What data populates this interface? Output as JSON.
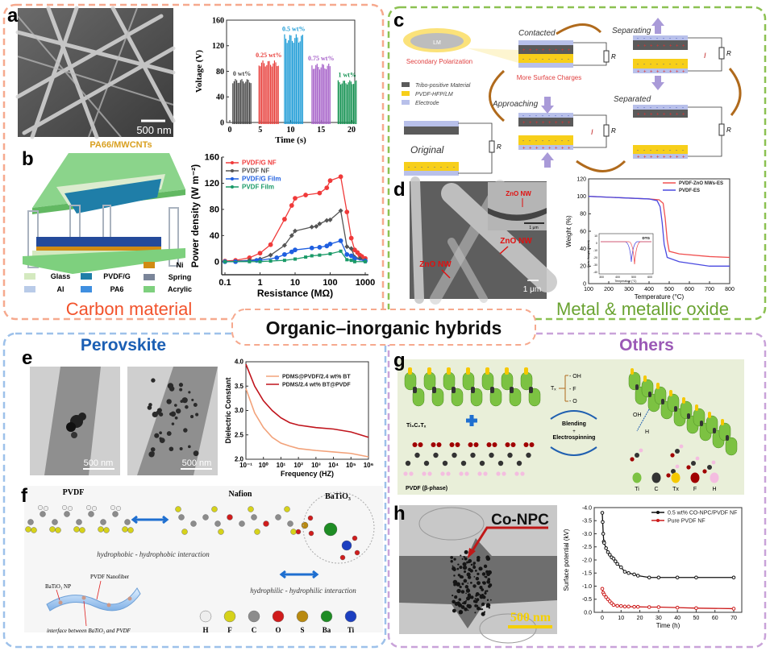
{
  "sections": {
    "carbon": {
      "title": "Carbon material",
      "color": "#f2522b",
      "border": "#f6a98e"
    },
    "metal": {
      "title": "Metal & metallic oxide",
      "color": "#6aa332",
      "border": "#8cc152"
    },
    "hybrids": {
      "title": "Organic–inorganic hybrids"
    },
    "perovskite": {
      "title": "Perovskite",
      "color": "#1b5fb4",
      "border": "#9dc1ea"
    },
    "others": {
      "title": "Others",
      "color": "#9b59b6",
      "border": "#c9a3d9"
    }
  },
  "letters": {
    "a": "a",
    "b": "b",
    "c": "c",
    "d": "d",
    "e": "e",
    "f": "f",
    "g": "g",
    "h": "h"
  },
  "panel_a": {
    "scale_bar": "500 nm"
  },
  "panel_b": {
    "top_label": "PA66/MWCNTs",
    "legend": [
      {
        "label": "Glass",
        "color": "#d4e9bf"
      },
      {
        "label": "PVDF/G",
        "color": "#1f7ea8"
      },
      {
        "label": "Ni",
        "color": "#d18b12"
      },
      {
        "label": "Spring",
        "color": "#7a8599"
      },
      {
        "label": "Al",
        "color": "#b9cbe8"
      },
      {
        "label": "PA6",
        "color": "#3f8fe0"
      },
      {
        "label": "Acrylic",
        "color": "#7ed07e"
      }
    ]
  },
  "panel_c": {
    "lm_label": "LM",
    "secondary_polarization": "Secondary Polarization",
    "contacted": "Contacted",
    "more_surface_charges": "More Surface Charges",
    "separating": "Separating",
    "separated": "Separated",
    "approaching": "Approaching",
    "original": "Original",
    "resistor": "R",
    "current": "I",
    "legend": [
      {
        "label": "Tribo-positive Material",
        "color": "#5a5a5a"
      },
      {
        "label": "PVDF-HFP/LM",
        "color": "#f7cf1a"
      },
      {
        "label": "Electrode",
        "color": "#b8c0ea"
      }
    ]
  },
  "panel_d": {
    "labels": [
      "ZnO NW",
      "ZnO NW",
      "ZnO NW"
    ],
    "scale_bar": "1 μm",
    "inset_scale": "1 μm",
    "dtg_label": "DTG"
  },
  "panel_e": {
    "scale_bar_1": "500 nm",
    "scale_bar_2": "500 nm"
  },
  "panel_f": {
    "pvdf": "PVDF",
    "nafion": "Nafion",
    "batio3": "BaTiO₃",
    "hydrophobic": "hydrophobic - hydrophobic interaction",
    "hydrophilic": "hydrophilic - hydrophilic interaction",
    "nanofiber": "PVDF Nanofiber",
    "np": "BaTiO₃ NP",
    "interface": "interface between BaTiO₃ and PVDF",
    "legend": [
      {
        "label": "H",
        "color": "#eeeeee"
      },
      {
        "label": "F",
        "color": "#d6d21a"
      },
      {
        "label": "C",
        "color": "#8c8c8c"
      },
      {
        "label": "O",
        "color": "#d01c1c"
      },
      {
        "label": "S",
        "color": "#b98a10"
      },
      {
        "label": "Ba",
        "color": "#1e8c24"
      },
      {
        "label": "Ti",
        "color": "#1c3fc0"
      }
    ]
  },
  "panel_g": {
    "mxene": "Ti₃C₂Tₓ",
    "pvdf": "PVDF (β-phase)",
    "tx": "Tₓ",
    "tx_groups": [
      "- OH",
      "- F",
      "- O"
    ],
    "process_1": "Blending",
    "process_plus": "+",
    "process_2": "Electrospinning",
    "oh": "OH",
    "h": "H",
    "legend": [
      {
        "label": "Ti",
        "color": "#7cc242"
      },
      {
        "label": "C",
        "color": "#333333"
      },
      {
        "label": "Tx",
        "color": "#f5c800"
      },
      {
        "label": "F",
        "color": "#a00000"
      },
      {
        "label": "H",
        "color": "#f4bde0"
      }
    ]
  },
  "panel_h": {
    "label": "Co-NPC",
    "scale_bar": "500 nm"
  },
  "chart_data": [
    {
      "id": "a",
      "type": "bar",
      "xlabel": "Time (s)",
      "ylabel": "Voltage (V)",
      "xlim": [
        0,
        20
      ],
      "ylim": [
        0,
        160
      ],
      "xticks": [
        0,
        5,
        10,
        15,
        20
      ],
      "yticks": [
        0,
        40,
        80,
        120,
        160
      ],
      "series": [
        {
          "name": "0 wt%",
          "t": [
            0.5,
            3.5
          ],
          "value": 68,
          "color": "#444444"
        },
        {
          "name": "0.25 wt%",
          "t": [
            4.8,
            8
          ],
          "value": 97,
          "color": "#e8403c"
        },
        {
          "name": "0.5 wt%",
          "t": [
            9,
            12
          ],
          "value": 138,
          "color": "#1a9ad6"
        },
        {
          "name": "0.75 wt%",
          "t": [
            13.5,
            16.5
          ],
          "value": 92,
          "color": "#a55fc8"
        },
        {
          "name": "1 wt%",
          "t": [
            17.8,
            20.8
          ],
          "value": 66,
          "color": "#129150"
        }
      ]
    },
    {
      "id": "b",
      "type": "line",
      "xlabel": "Resistance (MΩ)",
      "ylabel": "Power density (W m⁻²)",
      "xscale": "log",
      "xlim": [
        0.1,
        1000
      ],
      "ylim": [
        -20,
        160
      ],
      "xticks": [
        0.1,
        1,
        10,
        100,
        1000
      ],
      "xtick_labels": [
        "0.1",
        "1",
        "10",
        "100",
        "1000"
      ],
      "yticks": [
        0,
        40,
        80,
        120,
        160
      ],
      "legend": "top-left",
      "series": [
        {
          "name": "PVDF/G NF",
          "color": "#f03a3a",
          "marker": "circle",
          "x": [
            0.1,
            0.2,
            0.5,
            1,
            2,
            5,
            8,
            10,
            20,
            50,
            80,
            100,
            200,
            300,
            400,
            500,
            600,
            700,
            800,
            1000
          ],
          "y": [
            1,
            2,
            6,
            13,
            26,
            65,
            86,
            97,
            102,
            105,
            113,
            124,
            130,
            76,
            36,
            18,
            14,
            10,
            8,
            5
          ]
        },
        {
          "name": "PVDF NF",
          "color": "#555555",
          "marker": "diamond",
          "x": [
            0.1,
            0.5,
            1,
            2,
            5,
            8,
            10,
            30,
            40,
            50,
            80,
            100,
            200,
            300,
            400,
            500,
            700,
            1000
          ],
          "y": [
            0,
            2,
            4,
            10,
            25,
            40,
            47,
            53,
            54,
            58,
            63,
            64,
            78,
            23,
            20,
            7,
            5,
            2
          ]
        },
        {
          "name": "PVDF/G Film",
          "color": "#1f5fe0",
          "marker": "circle",
          "x": [
            0.1,
            0.2,
            0.8,
            1,
            3,
            5,
            8,
            10,
            30,
            50,
            80,
            100,
            200,
            300,
            400,
            500,
            1000
          ],
          "y": [
            0,
            0,
            2,
            2,
            6,
            11,
            15,
            18,
            21,
            22,
            24,
            27,
            32,
            11,
            9,
            5,
            1
          ]
        },
        {
          "name": "PVDF Film",
          "color": "#1a9a68",
          "marker": "square",
          "x": [
            0.1,
            0.5,
            1,
            2,
            5,
            10,
            20,
            30,
            50,
            100,
            200,
            300,
            400,
            500,
            1000
          ],
          "y": [
            0,
            0,
            0,
            1,
            2,
            4,
            7,
            9,
            10,
            12,
            16,
            3,
            2,
            0,
            0
          ]
        }
      ]
    },
    {
      "id": "d",
      "type": "line",
      "xlabel": "Temperature (°C)",
      "ylabel": "Weight (%)",
      "xlim": [
        100,
        800
      ],
      "ylim": [
        0,
        120
      ],
      "xticks": [
        100,
        200,
        300,
        400,
        500,
        600,
        700,
        800
      ],
      "yticks": [
        0,
        20,
        40,
        60,
        80,
        100,
        120
      ],
      "legend": "top-right",
      "series": [
        {
          "name": "PVDF-ZnO NWs-ES",
          "color": "#f05050",
          "x": [
            100,
            400,
            450,
            470,
            480,
            490,
            500,
            550,
            700,
            800
          ],
          "y": [
            100,
            97,
            96,
            92,
            75,
            50,
            37,
            34,
            31,
            30
          ]
        },
        {
          "name": "PVDF-ES",
          "color": "#4a4ae0",
          "x": [
            100,
            400,
            440,
            455,
            465,
            475,
            490,
            550,
            700,
            800
          ],
          "y": [
            100,
            97,
            95,
            88,
            70,
            45,
            30,
            25,
            20,
            20
          ]
        }
      ],
      "inset": {
        "label": "DTG",
        "xlabel": "Temperature (°C)",
        "ylabel": "Deriv. Weight (%/min)",
        "xticks": [
          300,
          400,
          500,
          600
        ],
        "yticks": [
          10,
          0,
          -10,
          -20,
          -30,
          -40
        ]
      }
    },
    {
      "id": "e",
      "type": "line",
      "xlabel": "Frequency (HZ)",
      "ylabel": "Dielectric Constant",
      "xscale": "log",
      "xlim": [
        -1,
        6
      ],
      "ylim": [
        2.0,
        4.0
      ],
      "xticks": [
        -1,
        0,
        1,
        2,
        3,
        4,
        5,
        6
      ],
      "xtick_labels": [
        "10⁻¹",
        "10⁰",
        "10¹",
        "10²",
        "10³",
        "10⁴",
        "10⁵",
        "10⁶"
      ],
      "yticks": [
        2.0,
        2.5,
        3.0,
        3.5,
        4.0
      ],
      "ytick_labels": [
        "2.0",
        "2.5",
        "3.0",
        "3.5",
        "4.0"
      ],
      "legend": "top-right",
      "series": [
        {
          "name": "PDMS@PVDF/2.4 wt% BT",
          "color": "#f2a27a",
          "x": [
            -1,
            -0.5,
            0,
            0.5,
            1,
            1.5,
            2,
            3,
            4,
            5,
            6
          ],
          "y": [
            3.45,
            2.95,
            2.65,
            2.45,
            2.33,
            2.27,
            2.22,
            2.18,
            2.15,
            2.12,
            2.05
          ]
        },
        {
          "name": "PDMS/2.4 wt% BT@PVDF",
          "color": "#c0141c",
          "x": [
            -1,
            -0.5,
            0,
            0.5,
            1,
            1.5,
            2,
            3,
            4,
            5,
            6
          ],
          "y": [
            3.95,
            3.5,
            3.2,
            3.0,
            2.85,
            2.75,
            2.7,
            2.65,
            2.62,
            2.56,
            2.45
          ]
        }
      ]
    },
    {
      "id": "h",
      "type": "line",
      "xlabel": "Time (h)",
      "ylabel": "Surface potential (kV)",
      "xlim": [
        0,
        70
      ],
      "ylim": [
        0,
        -4.0
      ],
      "xticks": [
        0,
        10,
        20,
        30,
        40,
        50,
        60,
        70
      ],
      "yticks": [
        0,
        -0.5,
        -1.0,
        -1.5,
        -2.0,
        -2.5,
        -3.0,
        -3.5,
        -4.0
      ],
      "ytick_labels": [
        "0.0",
        "-0.5",
        "-1.0",
        "-1.5",
        "-2.0",
        "-2.5",
        "-3.0",
        "-3.5",
        "-4.0"
      ],
      "legend": "top-right",
      "series": [
        {
          "name": "0.5 wt% CO-NPC/PVDF NF",
          "color": "#111111",
          "marker": "circle",
          "x": [
            0,
            0.2,
            0.5,
            0.8,
            1,
            2,
            3,
            4,
            5,
            6,
            7,
            8,
            10,
            12,
            14,
            17,
            19,
            25,
            30,
            40,
            50,
            70
          ],
          "y": [
            -3.8,
            -3.45,
            -3.0,
            -2.7,
            -2.65,
            -2.45,
            -2.3,
            -2.2,
            -2.1,
            -2.05,
            -1.95,
            -1.85,
            -1.72,
            -1.55,
            -1.5,
            -1.45,
            -1.4,
            -1.33,
            -1.33,
            -1.33,
            -1.33,
            -1.33
          ]
        },
        {
          "name": "Pure PVDF NF",
          "color": "#cc1a1a",
          "marker": "circle",
          "x": [
            0,
            0.5,
            1,
            2,
            3,
            4,
            5,
            6,
            8,
            10,
            12,
            14,
            17,
            19,
            25,
            30,
            40,
            50,
            70
          ],
          "y": [
            -0.9,
            -0.75,
            -0.68,
            -0.58,
            -0.5,
            -0.42,
            -0.35,
            -0.28,
            -0.25,
            -0.24,
            -0.22,
            -0.22,
            -0.21,
            -0.21,
            -0.2,
            -0.2,
            -0.18,
            -0.16,
            -0.14
          ]
        }
      ]
    }
  ]
}
